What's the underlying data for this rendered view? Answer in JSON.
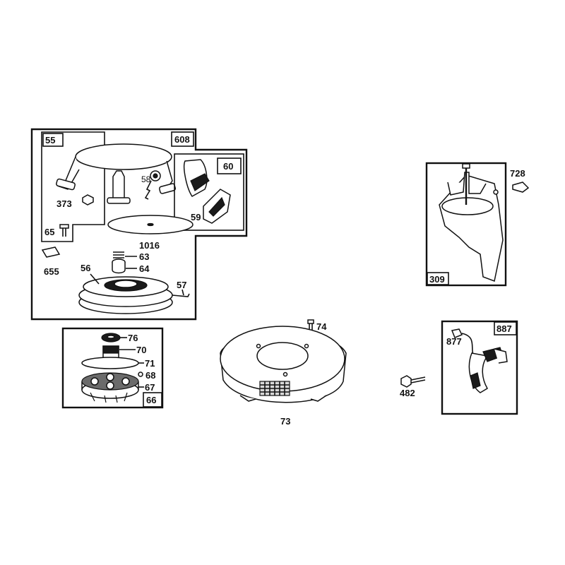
{
  "labels": {
    "p55": "55",
    "p608": "608",
    "p60": "60",
    "p58": "58",
    "p373": "373",
    "p59": "59",
    "p65": "65",
    "p1016": "1016",
    "p655": "655",
    "p63": "63",
    "p64": "64",
    "p56": "56",
    "p57": "57",
    "p76": "76",
    "p70": "70",
    "p71": "71",
    "p68": "68",
    "p67": "67",
    "p66": "66",
    "p74": "74",
    "p73": "73",
    "p728": "728",
    "p309": "309",
    "p887": "887",
    "p877": "877",
    "p482": "482"
  },
  "colors": {
    "ink": "#111111",
    "paper": "#ffffff",
    "shade": "#6b6b6b"
  }
}
